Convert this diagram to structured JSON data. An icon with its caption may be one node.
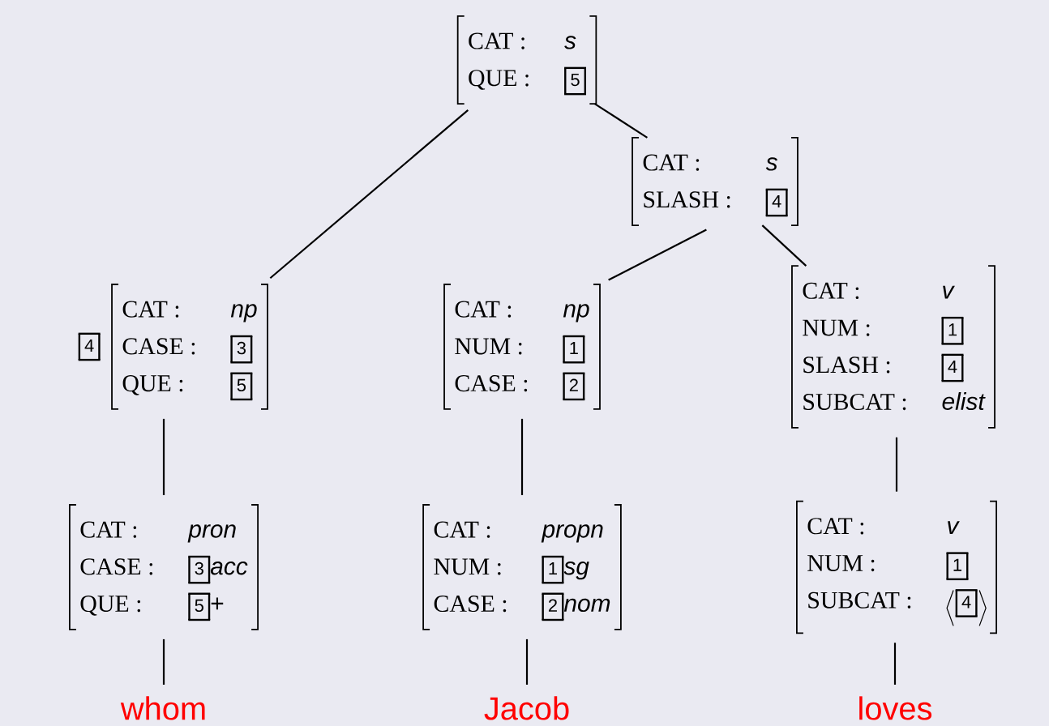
{
  "diagram": {
    "nodes": [
      {
        "text": [
          "CAT :",
          "s",
          "QUE :",
          "5"
        ]
      },
      {
        "text": [
          "CAT :",
          "s",
          "SLASH :",
          "4"
        ]
      },
      {
        "text": [
          "CAT :",
          "np",
          "CASE :",
          "3",
          "QUE :",
          "5"
        ],
        "beside": [
          "4"
        ]
      },
      {
        "text": [
          "CAT :",
          "np",
          "NUM :",
          "1",
          "CASE :",
          "2"
        ]
      },
      {
        "text": [
          "CAT :",
          "v",
          "NUM :",
          "1",
          "SLASH :",
          "4",
          "SUBCAT :",
          "elist"
        ]
      },
      {
        "text": [
          "CAT :",
          "pron",
          "CASE :",
          "3",
          "acc",
          "QUE :",
          "5",
          "+"
        ]
      },
      {
        "text": [
          "CAT :",
          "propn",
          "NUM :",
          "1",
          "sg",
          "CASE :",
          "2",
          "nom"
        ]
      },
      {
        "text": [
          "CAT :",
          "v",
          "NUM :",
          "1",
          "SUBCAT :",
          "4"
        ]
      },
      {
        "text": [
          "whom"
        ]
      },
      {
        "text": [
          "Jacob"
        ]
      },
      {
        "text": [
          "loves"
        ]
      }
    ],
    "edges": [
      {
        "from": 0,
        "to": 2,
        "arrow": "none"
      },
      {
        "from": 0,
        "to": 1,
        "arrow": "none"
      },
      {
        "from": 1,
        "to": 3,
        "arrow": "none"
      },
      {
        "from": 1,
        "to": 4,
        "arrow": "none"
      },
      {
        "from": 2,
        "to": 5,
        "arrow": "none"
      },
      {
        "from": 3,
        "to": 6,
        "arrow": "none"
      },
      {
        "from": 4,
        "to": 7,
        "arrow": "none"
      },
      {
        "from": 5,
        "to": 8,
        "arrow": "none"
      },
      {
        "from": 6,
        "to": 9,
        "arrow": "none"
      },
      {
        "from": 7,
        "to": 10,
        "arrow": "none"
      }
    ]
  }
}
